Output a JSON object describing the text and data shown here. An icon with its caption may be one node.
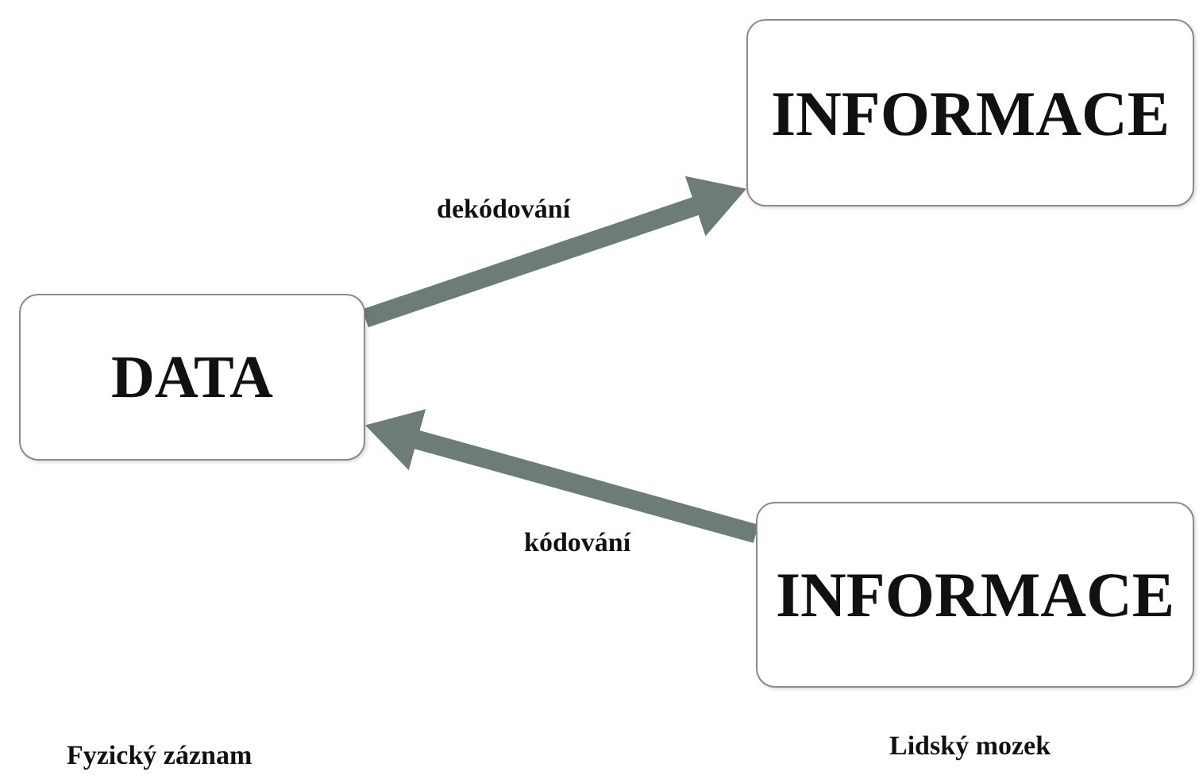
{
  "diagram": {
    "nodes": [
      {
        "text": [
          "DATA"
        ]
      },
      {
        "text": [
          "INFORMACE"
        ]
      },
      {
        "text": [
          "INFORMACE"
        ]
      }
    ],
    "edges": [
      {
        "from": 0,
        "to": 1,
        "arrow": "to",
        "label": "dekódování"
      },
      {
        "from": 2,
        "to": 0,
        "arrow": "to",
        "label": "kódování"
      }
    ],
    "labels": [
      "Fyzický záznam",
      "Lidský mozek"
    ]
  }
}
